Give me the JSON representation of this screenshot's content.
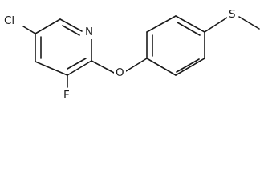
{
  "molecule": {
    "atoms": [
      {
        "id": "Cl",
        "label": "Cl",
        "semantic": "chlorine-atom"
      },
      {
        "id": "N",
        "label": "N",
        "semantic": "nitrogen-atom"
      },
      {
        "id": "F",
        "label": "F",
        "semantic": "fluorine-atom"
      },
      {
        "id": "O",
        "label": "O",
        "semantic": "oxygen-atom"
      },
      {
        "id": "S",
        "label": "S",
        "semantic": "sulfur-atom"
      }
    ]
  }
}
